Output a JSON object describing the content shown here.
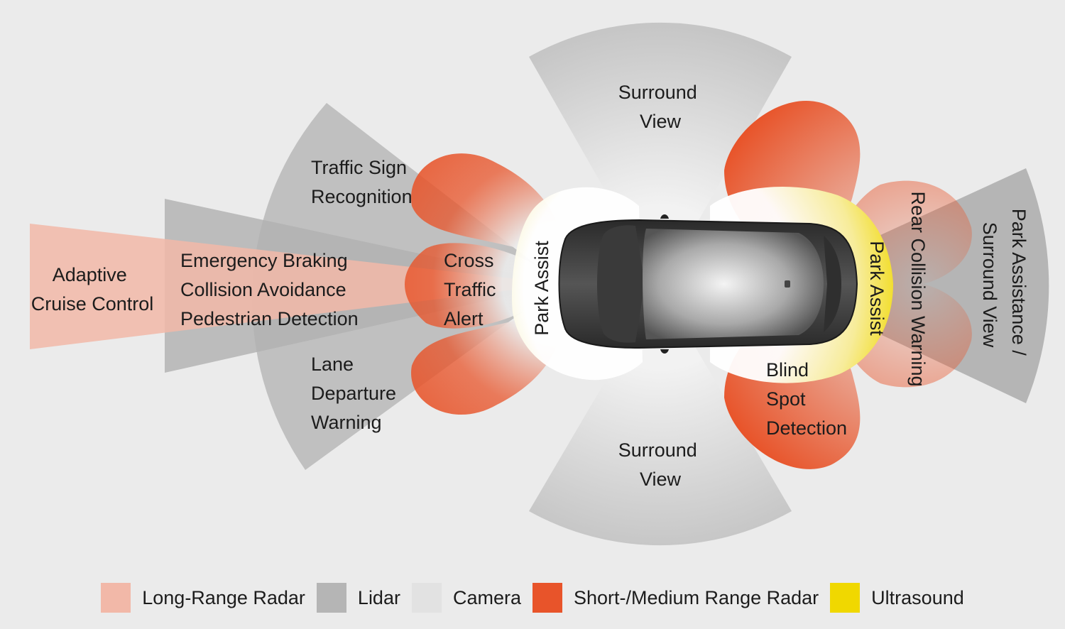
{
  "zones": {
    "adaptive_cruise_control": [
      "Adaptive",
      "Cruise Control"
    ],
    "emergency_braking": [
      "Emergency Braking",
      "Collision Avoidance",
      "Pedestrian Detection"
    ],
    "traffic_sign_recognition": [
      "Traffic Sign",
      "Recognition"
    ],
    "lane_departure_warning": [
      "Lane",
      "Departure",
      "Warning"
    ],
    "cross_traffic_alert": [
      "Cross",
      "Traffic",
      "Alert"
    ],
    "surround_view_top": [
      "Surround",
      "View"
    ],
    "surround_view_bottom": [
      "Surround",
      "View"
    ],
    "park_assist_front": "Park Assist",
    "park_assist_rear": "Park Assist",
    "blind_spot_detection": [
      "Blind",
      "Spot",
      "Detection"
    ],
    "rear_collision_warning": "Rear Collision Warning",
    "park_assistance_surround": [
      "Park Assistance /",
      "Surround View"
    ]
  },
  "legend": [
    {
      "label": "Long-Range Radar",
      "color": "#f2b8a8"
    },
    {
      "label": "Lidar",
      "color": "#b5b5b5"
    },
    {
      "label": "Camera",
      "color": "#e2e2e2"
    },
    {
      "label": "Short-/Medium Range Radar",
      "color": "#e8542a"
    },
    {
      "label": "Ultrasound",
      "color": "#f0d800"
    }
  ]
}
